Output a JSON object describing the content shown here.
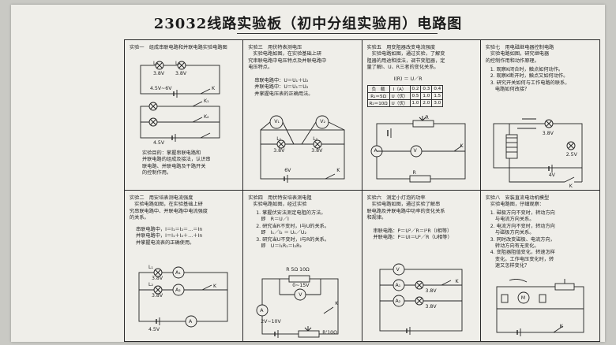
{
  "page": {
    "title": "23032线路实验板（初中分组实验用）电路图"
  },
  "panels": [
    {
      "title": "实验一　组成串联电路和并联电路实验电路图",
      "text": "实验目的：掌握串联电路和\n并联电路的组成及接法，认识串\n联电路、并联电路及干路开关\n的控制作用。",
      "labels": {
        "l1": "L₁",
        "l2": "L₂",
        "v1": "3.8V",
        "v2": "3.8V",
        "bat": "4.5V~6V",
        "k": "K",
        "k1": "K₁",
        "k2": "K₂",
        "bat2": "4.5V"
      }
    },
    {
      "title": "实验三　用伏特表测电压\n　实验电路如图，在实验基础上研\n究串联电路中电压特点及并联电路中\n电压特点。",
      "text": "串联电路中：U＝U₁＋U₂\n并联电路中：U＝U₁＝U₂\n并掌握电压表的正确用法。",
      "labels": {
        "v1": "V₁",
        "v2": "V₂",
        "l1": "L₁",
        "l2": "L₂",
        "lv1": "3.8V",
        "lv2": "3.8V",
        "bat": "6V",
        "k": "K"
      }
    },
    {
      "title": "实验五　用变阻器改变电流强度\n　实验电路如图，通过实验，了解变\n阻器的用途和接法，调节变阻器，定\n量了解I、U、R三者的变化关系。",
      "formula": "I(R) ＝ U／R",
      "table": [
        [
          "负　载",
          "I（A）",
          "0.2",
          "0.3",
          "0.4"
        ],
        [
          "R₁＝5Ω",
          "U（伏）",
          "0.5",
          "1.0",
          "1.5"
        ],
        [
          "R₂＝10Ω",
          "U（伏）",
          "1.0",
          "2.0",
          "3.0"
        ]
      ],
      "labels": {
        "a": "A",
        "v": "V",
        "r": "R",
        "k": "K"
      }
    },
    {
      "title": "实验七　用电磁继电器控制电路\n　实验电路如图，研究继电器\n的控制作用和动作原理。",
      "text": "1. 观察K闭合时，触点如何动作。\n2. 观察K断开时，触点又如何动作。\n3. 研究开关如何与工作电路的联系，\n　电路如何改接？",
      "labels": {
        "l1": "3.8V",
        "l2": "2.5V",
        "bat": "4V",
        "k": "K"
      }
    },
    {
      "title": "实验二　用安培表测电流强度\n　实验电路如图，在实验基础上研\n究串联电路中、并联电路中电流强度\n的关系。",
      "text": "串联电路中，I＝I₁＝I₂＝…＝In\n并联电路中，I＝I₁＋I₂＋…＋In\n并掌握电流表的正确使用。",
      "labels": {
        "a1": "A₁",
        "a2": "A₂",
        "a": "A",
        "l1": "L₁",
        "l2": "L₂",
        "lv1": "3.8V",
        "lv2": "3.8V",
        "bat": "4.5V",
        "k": "K"
      }
    },
    {
      "title": "实验四　用伏特安培表测电阻\n　实验电路如图，经过实验",
      "text": "1. 掌握伏安法测定电阻的方法。\n　即　R＝U／I\n2. 研究当R不变时，I与U的关系。\n　即　I₁／I₂ ＝ U₁／U₂\n3. 研究当U不变时，I与R的关系。\n　即　U＝I₁R₁＝I₂R₂",
      "labels": {
        "r": "R 5Ω 10Ω",
        "vrange": "0~15V",
        "v": "V",
        "a": "A",
        "k": "K",
        "bat": "2V~10V",
        "rh": "R'10Ω"
      }
    },
    {
      "title": "实验六　测定小灯泡的功率\n　实验电路如图，通过实验了解串\n联电路及并联电路中功率的变化关系\n和规律。",
      "text": "串联电路：P＝U²／R＝I²R（I相等）\n并联电路：P＝UI＝U²／R（U相等）",
      "labels": {
        "a1": "A₁",
        "a2": "A₂",
        "v": "V",
        "lv1": "3.8V",
        "lv2": "3.8V",
        "k": "K"
      }
    },
    {
      "title": "实验八　安装直流电动机模型\n　实验电路图，仔细观察：",
      "text": "1. 磁极方向不变时，转动方向\n　与电流方向关系。\n2. 电流方向不变时，转动方向\n　与磁极方向关系。\n3. 同时改变磁极、电流方向，\n　转动方向有无变化。\n4. 变阻器阻值变化，转速怎样\n　变化。工作电压变化时，转\n　速又怎样变化？",
      "labels": {
        "m": "M",
        "k": "K"
      }
    }
  ]
}
